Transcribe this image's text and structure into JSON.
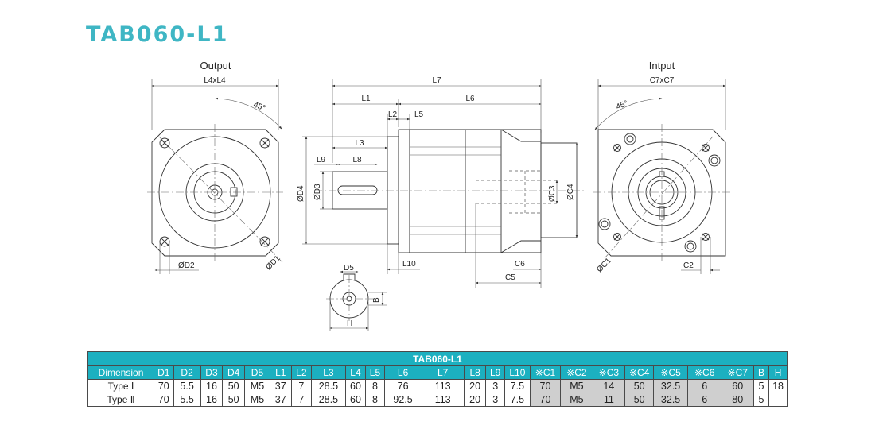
{
  "title": "TAB060-L1",
  "views": {
    "output_label": "Output",
    "input_label": "Intput"
  },
  "dims": {
    "l4xl4": "L4xL4",
    "c7xc7": "C7xC7",
    "angle_left": "45°",
    "angle_right": "45°",
    "d1": "ØD1",
    "d2": "ØD2",
    "d3": "ØD3",
    "d4": "ØD4",
    "d5": "D5",
    "l1": "L1",
    "l2": "L2",
    "l3": "L3",
    "l5": "L5",
    "l6": "L6",
    "l7": "L7",
    "l8": "L8",
    "l9": "L9",
    "l10": "L10",
    "c1": "ØC1",
    "c2": "C2",
    "c3": "ØC3",
    "c4": "ØC4",
    "c5": "C5",
    "c6": "C6",
    "b": "B",
    "h": "H"
  },
  "table": {
    "caption": "TAB060-L1",
    "headers": [
      "Dimension",
      "D1",
      "D2",
      "D3",
      "D4",
      "D5",
      "L1",
      "L2",
      "L3",
      "L4",
      "L5",
      "L6",
      "L7",
      "L8",
      "L9",
      "L10",
      "※C1",
      "※C2",
      "※C3",
      "※C4",
      "※C5",
      "※C6",
      "※C7",
      "B",
      "H"
    ],
    "rows": [
      {
        "label": "Type Ⅰ",
        "cells": [
          "70",
          "5.5",
          "16",
          "50",
          "M5",
          "37",
          "7",
          "28.5",
          "60",
          "8",
          "76",
          "113",
          "20",
          "3",
          "7.5",
          "70",
          "M5",
          "14",
          "50",
          "32.5",
          "6",
          "60",
          "5",
          "18"
        ]
      },
      {
        "label": "Type Ⅱ",
        "cells": [
          "70",
          "5.5",
          "16",
          "50",
          "M5",
          "37",
          "7",
          "28.5",
          "60",
          "8",
          "92.5",
          "113",
          "20",
          "3",
          "7.5",
          "70",
          "M5",
          "11",
          "50",
          "32.5",
          "6",
          "80",
          "5",
          ""
        ]
      }
    ]
  }
}
